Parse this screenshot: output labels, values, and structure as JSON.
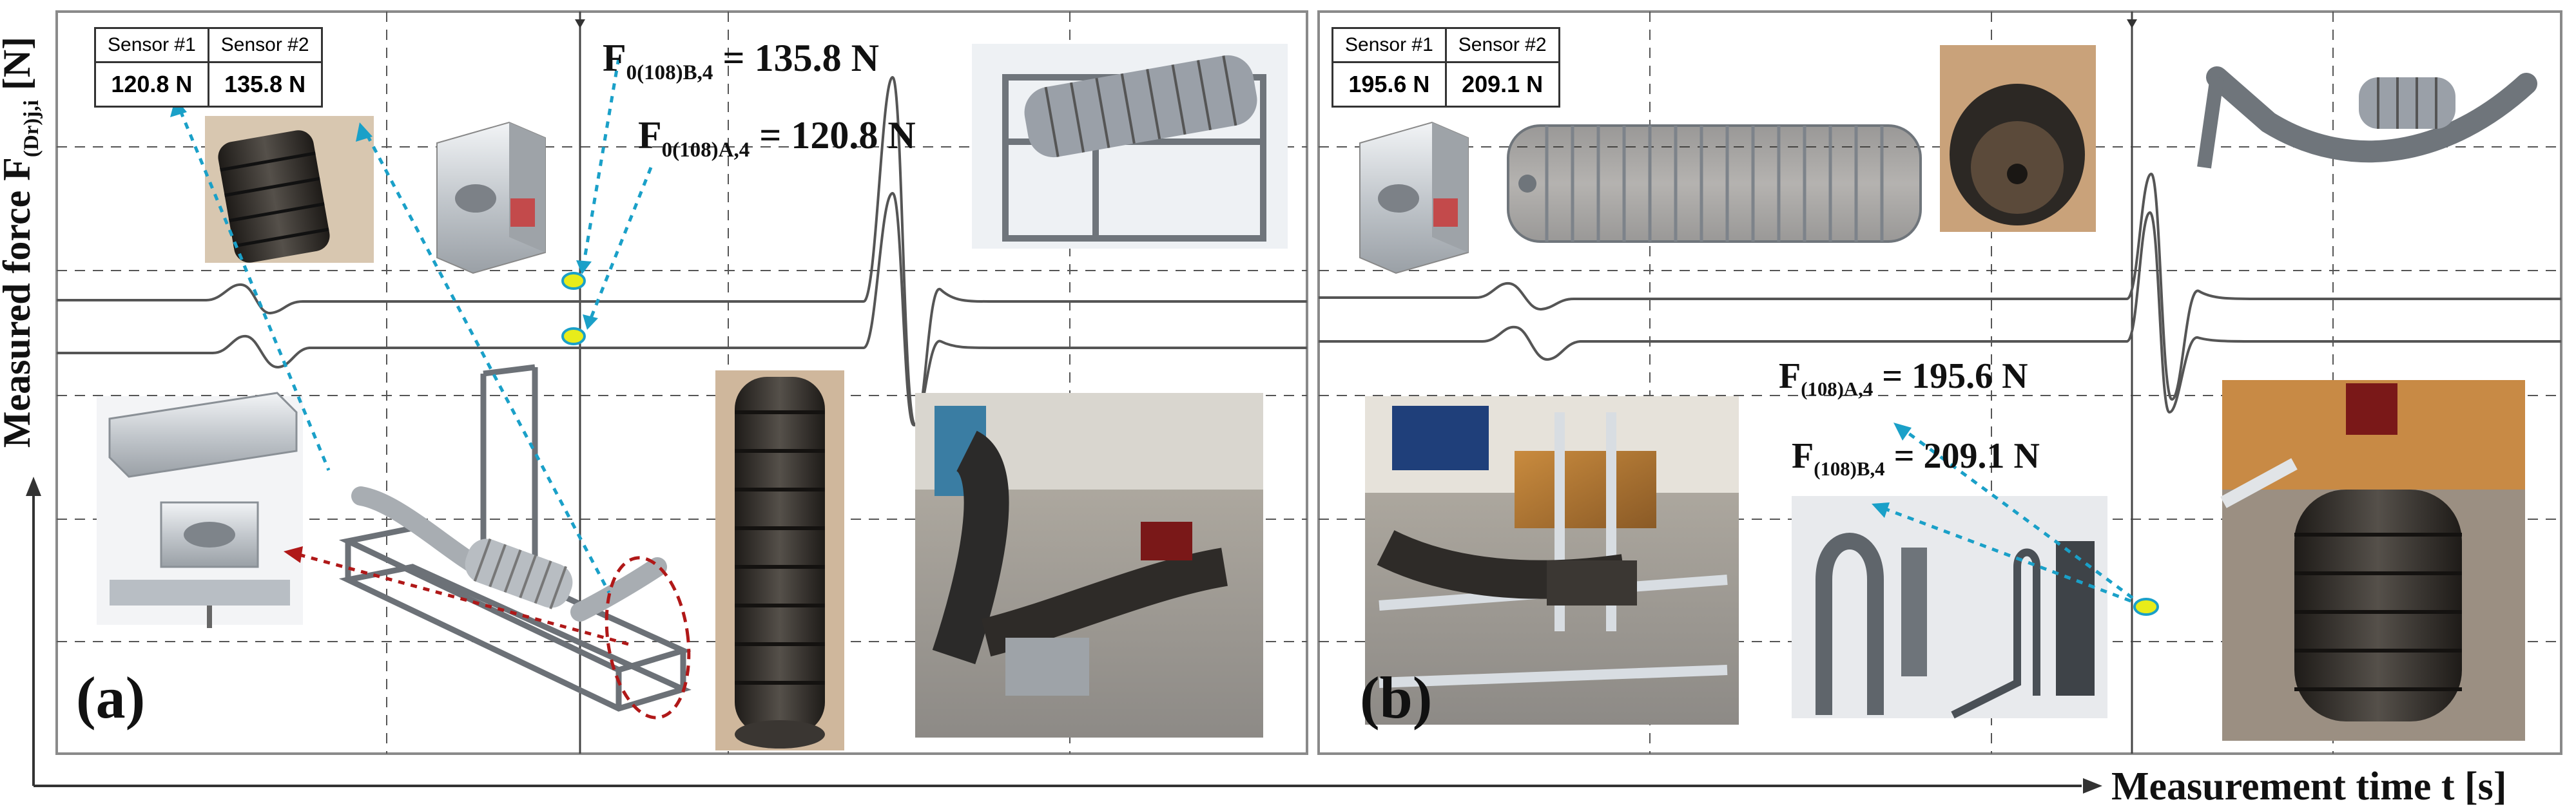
{
  "axes": {
    "y_title_main": "Measured force F",
    "y_title_sub": "(Dr)j,i",
    "y_title_unit": " [N]",
    "x_title": "Measurement time t [s]"
  },
  "panel_a": {
    "label": "(a)",
    "sensor_table": {
      "header_1": "Sensor #1",
      "header_2": "Sensor #2",
      "value_1": "120.8 N",
      "value_2": "135.8 N"
    },
    "annotation_b": {
      "prefix": "F",
      "sub": "0(108)B,4",
      "text": " = 135.8 N"
    },
    "annotation_a": {
      "prefix": "F",
      "sub": "0(108)A,4",
      "text": " = 120.8 N"
    }
  },
  "panel_b": {
    "label": "(b)",
    "sensor_table": {
      "header_1": "Sensor #1",
      "header_2": "Sensor #2",
      "value_1": "195.6 N",
      "value_2": "209.1 N"
    },
    "annotation_a": {
      "prefix": "F",
      "sub": "(108)A,4",
      "text": " = 195.6 N"
    },
    "annotation_b": {
      "prefix": "F",
      "sub": "(108)B,4",
      "text": " = 209.1 N"
    }
  },
  "colors": {
    "leader_line": "#1aa0c8",
    "marker_fill": "#e8ec1a",
    "marker_stroke": "#1aa0c8",
    "dashed_red": "#b01818",
    "roller_dark": "#2e2a26",
    "metal": "#c9cdd1"
  }
}
